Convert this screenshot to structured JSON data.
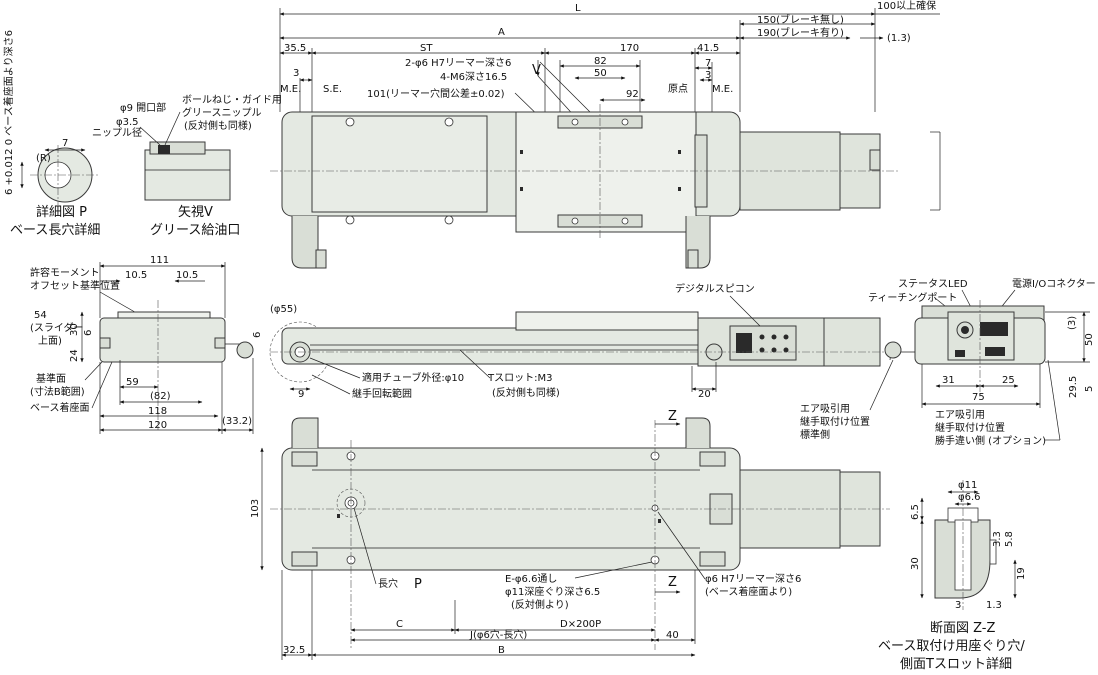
{
  "top_view": {
    "dim_L": "L",
    "dim_A": "A",
    "dim_100": "100以上確保",
    "dim_150": "150(ブレーキ無し)",
    "dim_190": "190(ブレーキ有り)",
    "dim_1_3": "(1.3)",
    "dim_35_5": "35.5",
    "dim_ST": "ST",
    "dim_170": "170",
    "dim_41_5": "41.5",
    "dim_3_left": "3",
    "dim_3_right": "3",
    "dim_7": "7",
    "dim_82": "82",
    "dim_50": "50",
    "dim_92": "92",
    "me_left": "M.E.",
    "se": "S.E.",
    "origin": "原点",
    "me_right": "M.E.",
    "note_reamer": "2-φ6 H7リーマー深さ6",
    "note_m6": "4-M6深さ16.5",
    "note_101": "101(リーマー穴間公差±0.02)",
    "arrow_v": "V"
  },
  "detail_p": {
    "dim_depth": "6 +0.012 0 ベース着座面より深さ6",
    "dim_7": "7",
    "r_label": "(R)",
    "title1": "詳細図 P",
    "title2": "ベース長穴詳細"
  },
  "view_v": {
    "phi9": "φ9 開口部",
    "phi35": "φ3.5",
    "nipple": "ニップル径",
    "ball_screw": "ボールねじ・ガイド用",
    "grease_nipple": "グリースニップル",
    "opposite": "(反対側も同様)",
    "title1": "矢視V",
    "title2": "グリース給油口"
  },
  "left_side": {
    "allow_moment": "許容モーメント",
    "offset_ref": "オフセット基準位置",
    "dim_111": "111",
    "dim_10_5a": "10.5",
    "dim_10_5b": "10.5",
    "dim_54": "54",
    "slider_top": "(スライダー",
    "slider_top2": "上面)",
    "dim_30": "30",
    "dim_6": "6",
    "dim_24": "24",
    "dim_6b": "6",
    "base_ref": "基準面",
    "base_ref2": "(寸法B範囲)",
    "base_seat": "ベース着座面",
    "dim_59": "59",
    "dim_82": "(82)",
    "dim_118": "118",
    "dim_120": "120",
    "dim_33_2": "(33.2)"
  },
  "front_view": {
    "phi55": "(φ55)",
    "digital": "デジタルスピコン",
    "tube": "適用チューブ外径:φ10",
    "joint": "継手回転範囲",
    "tslot": "Tスロット:M3",
    "tslot2": "(反対側も同様)",
    "dim_9": "9",
    "dim_20": "20"
  },
  "right_side": {
    "status_led": "ステータスLED",
    "power_io": "電源I/Oコネクター",
    "teaching": "ティーチングポート",
    "dim_3": "(3)",
    "dim_50": "50",
    "dim_31": "31",
    "dim_25": "25",
    "dim_75": "75",
    "dim_29_5": "29.5",
    "dim_5": "5",
    "air_std1": "エア吸引用",
    "air_std2": "継手取付け位置",
    "air_std3": "標準側",
    "air_opt1": "エア吸引用",
    "air_opt2": "継手取付け位置",
    "air_opt3": "勝手違い側 (オプション)"
  },
  "bottom_view": {
    "dim_103": "103",
    "long_hole": "長穴",
    "p_label": "P",
    "z_top": "Z",
    "z_bottom": "Z",
    "e_holes": "E-φ6.6通し",
    "counterbore": "φ11深座ぐり深さ6.5",
    "counterbore2": "(反対側より)",
    "reamer": "φ6 H7リーマー深さ6",
    "reamer2": "(ベース着座面より)",
    "dim_C": "C",
    "dim_D": "D×200P",
    "dim_J": "J(φ6穴-長穴)",
    "dim_40": "40",
    "dim_32_5": "32.5",
    "dim_B": "B"
  },
  "section_zz": {
    "phi11": "φ11",
    "phi66": "φ6.6",
    "dim_6_5": "6.5",
    "dim_30": "30",
    "dim_3_3": "3.3",
    "dim_5_8": "5.8",
    "dim_19": "19",
    "dim_3": "3",
    "dim_1_3": "1.3",
    "title1": "断面図 Z-Z",
    "title2": "ベース取付け用座ぐり穴/",
    "title3": "側面Tスロット詳細"
  }
}
